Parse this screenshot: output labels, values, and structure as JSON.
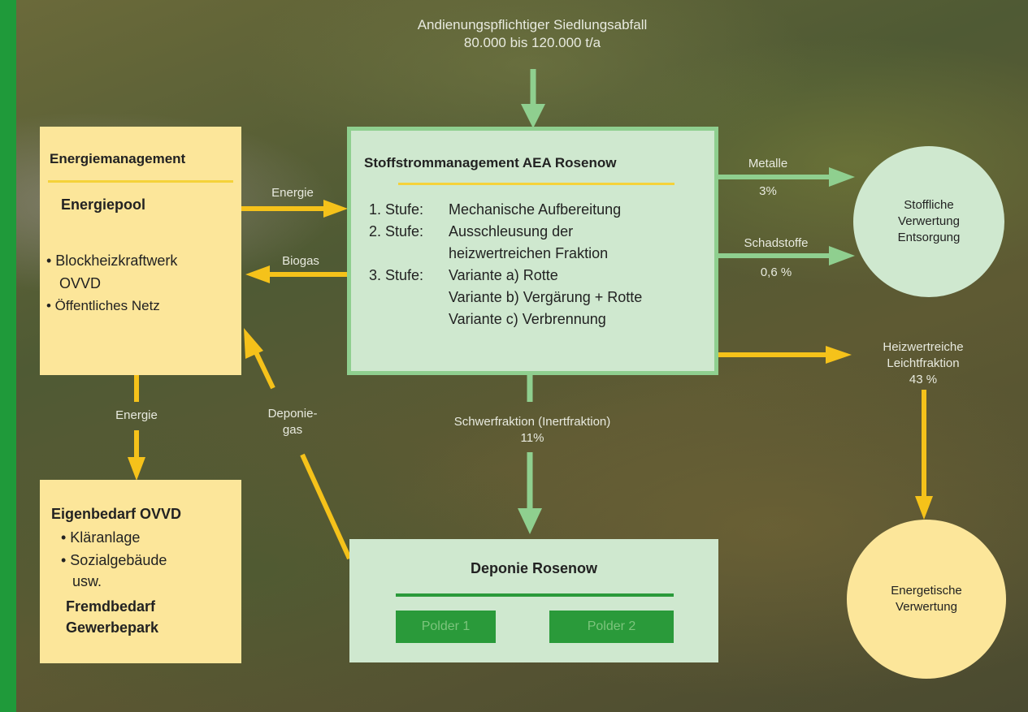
{
  "input": {
    "line1": "Andienungspflichtiger Siedlungsabfall",
    "line2": "80.000 bis 120.000 t/a"
  },
  "energy_mgmt": {
    "title": "Energiemanagement",
    "pool": "Energiepool",
    "items": [
      "• Blockheizkraftwerk",
      "OVVD",
      "• Öffentliches Netz"
    ]
  },
  "stoff": {
    "title": "Stoffstrommanagement AEA Rosenow",
    "lines": [
      {
        "stage": "1. Stufe:",
        "text": "Mechanische Aufbereitung"
      },
      {
        "stage": "2. Stufe:",
        "text": "Ausschleusung der"
      },
      {
        "stage": "",
        "text": "heizwertreichen Fraktion"
      },
      {
        "stage": "3. Stufe:",
        "text": "Variante a) Rotte"
      },
      {
        "stage": "",
        "text": "Variante b) Vergärung + Rotte"
      },
      {
        "stage": "",
        "text": "Variante c) Verbrennung"
      }
    ]
  },
  "own_demand": {
    "title": "Eigenbedarf OVVD",
    "items": [
      "• Kläranlage",
      "• Sozialgebäude",
      "usw."
    ],
    "foreign1": "Fremdbedarf",
    "foreign2": "Gewerbepark"
  },
  "deponie": {
    "title": "Deponie Rosenow",
    "polder1": "Polder 1",
    "polder2": "Polder 2"
  },
  "flows": {
    "energie_right": "Energie",
    "biogas": "Biogas",
    "energie_down": "Energie",
    "deponiegas1": "Deponie-",
    "deponiegas2": "gas",
    "metalle": "Metalle",
    "metalle_pct": "3%",
    "schadstoffe": "Schadstoffe",
    "schadstoffe_pct": "0,6 %",
    "heizwert1": "Heizwertreiche",
    "heizwert2": "Leichtfraktion",
    "heizwert_pct": "43 %",
    "schwer": "Schwerfraktion (Inertfraktion)",
    "schwer_pct": "11%"
  },
  "circles": {
    "stofflich": [
      "Stoffliche",
      "Verwertung",
      "Entsorgung"
    ],
    "energetisch": [
      "Energetische",
      "Verwertung"
    ]
  },
  "colors": {
    "yellow_arrow": "#f5c21a",
    "green_arrow": "#8fcf8f",
    "accent_green": "#1f9a3a"
  }
}
